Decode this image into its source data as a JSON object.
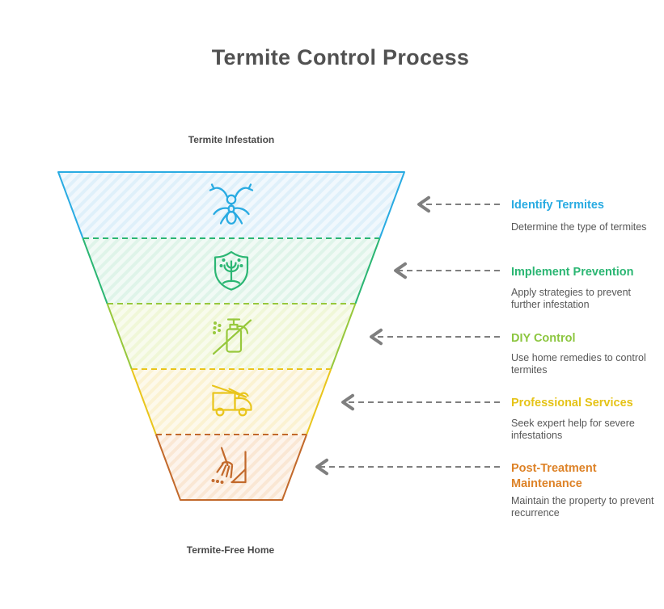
{
  "title": "Termite Control Process",
  "funnel": {
    "top_label": "Termite Infestation",
    "bottom_label": "Termite-Free Home",
    "stages": [
      {
        "label": "Identify Termites",
        "description": "Determine the type of termites",
        "color": "#29ABE2",
        "heading_color": "#29ABE2",
        "fill": "#DFF0FA",
        "icon": "termite-icon"
      },
      {
        "label": "Implement Prevention",
        "description": "Apply strategies to prevent further infestation",
        "color": "#2BB673",
        "heading_color": "#2BB673",
        "fill": "#DFF4E9",
        "icon": "shield-plant-icon"
      },
      {
        "label": "DIY Control",
        "description": "Use home remedies to control termites",
        "color": "#97C83C",
        "heading_color": "#8CC63F",
        "fill": "#F0F7D8",
        "icon": "no-spray-icon"
      },
      {
        "label": "Professional Services",
        "description": "Seek expert help for severe infestations",
        "color": "#E9C51C",
        "heading_color": "#E5C317",
        "fill": "#FBF2D2",
        "icon": "service-truck-icon"
      },
      {
        "label": "Post-Treatment Maintenance",
        "description": "Maintain the property to prevent recurrence",
        "color": "#C2692B",
        "heading_color": "#DD8227",
        "fill": "#FAE7D4",
        "icon": "rake-cleanup-icon"
      }
    ]
  },
  "colors": {
    "arrow": "#7F7F7F",
    "stripe": "#FFFFFF",
    "title": "#515151",
    "endpoint_label": "#4A4A4A",
    "description": "#575757",
    "background": "#FFFFFF"
  }
}
